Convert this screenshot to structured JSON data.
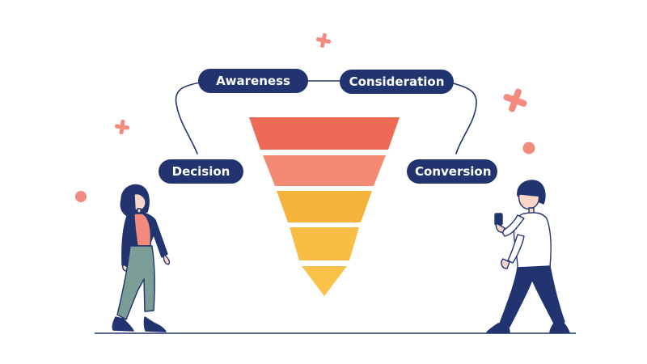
{
  "diagram": {
    "stages": [
      {
        "label": "Awareness"
      },
      {
        "label": "Consideration"
      },
      {
        "label": "Decision"
      },
      {
        "label": "Conversion"
      }
    ],
    "funnel_levels": 5
  },
  "colors": {
    "pill_bg": "#213470",
    "connector": "#213470",
    "funnel_top": "#ec6a56",
    "funnel_upper": "#f2866f",
    "funnel_mid": "#f5967d",
    "funnel_lower": "#f6b33c",
    "funnel_bottom": "#fbc24a",
    "accent_decoration": "#f28b7d",
    "figure_navy": "#213470",
    "figure_skin": "#f9d6c8",
    "figure_green": "#7a9e96"
  },
  "icons": {
    "decorations": [
      "plus-sparkle-icon",
      "dot-icon"
    ],
    "people": [
      "woman-walking-illustration",
      "man-with-phone-illustration"
    ]
  }
}
